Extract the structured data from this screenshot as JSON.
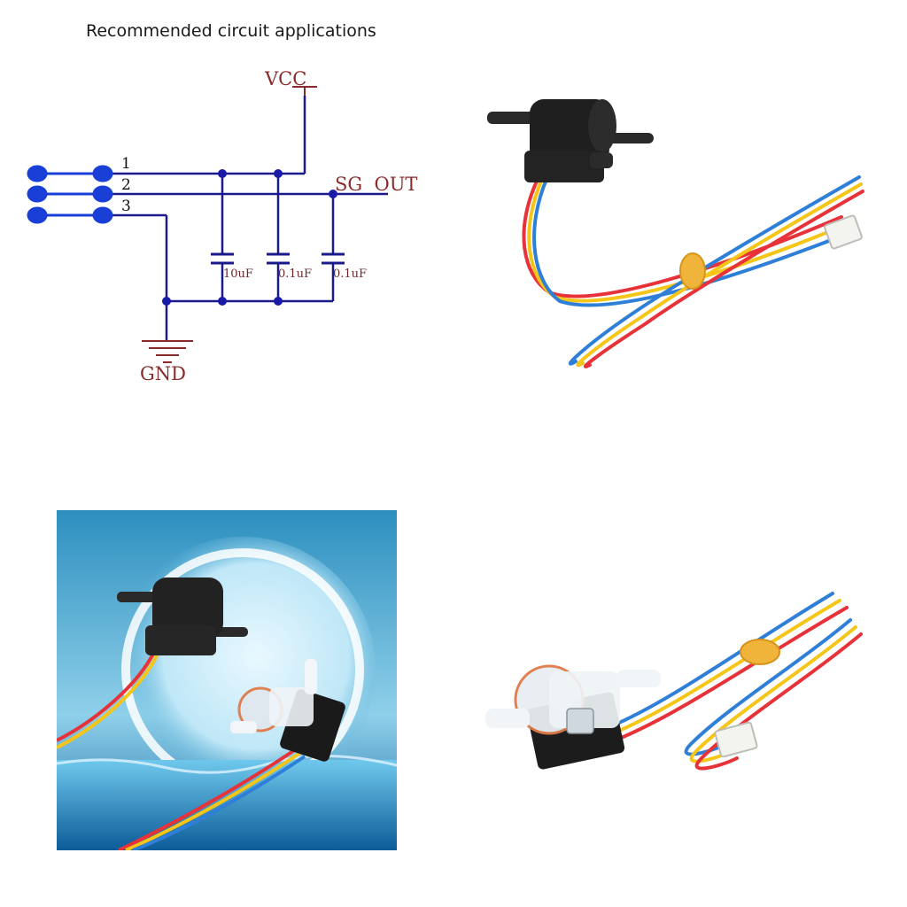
{
  "heading": "Recommended circuit applications",
  "schematic": {
    "vcc_label": "VCC",
    "out_label": "SG  OUT",
    "gnd_label": "GND",
    "pins": [
      "1",
      "2",
      "3"
    ],
    "capacitors": [
      "10uF",
      "0.1uF",
      "0.1uF"
    ],
    "wire_color": "#1a1a8c",
    "node_color": "#1a1aa8",
    "connector_color": "#1a3fd6",
    "label_color": "#8b2a2a"
  },
  "photos": {
    "product_top_right": "black-flow-sensor-with-cable",
    "product_bottom_left": "two-sensors-on-water-background",
    "product_bottom_right": "transparent-flow-sensor-with-cable"
  },
  "wire_colors": [
    "#f5c518",
    "#e8323a",
    "#2e7fd8"
  ]
}
